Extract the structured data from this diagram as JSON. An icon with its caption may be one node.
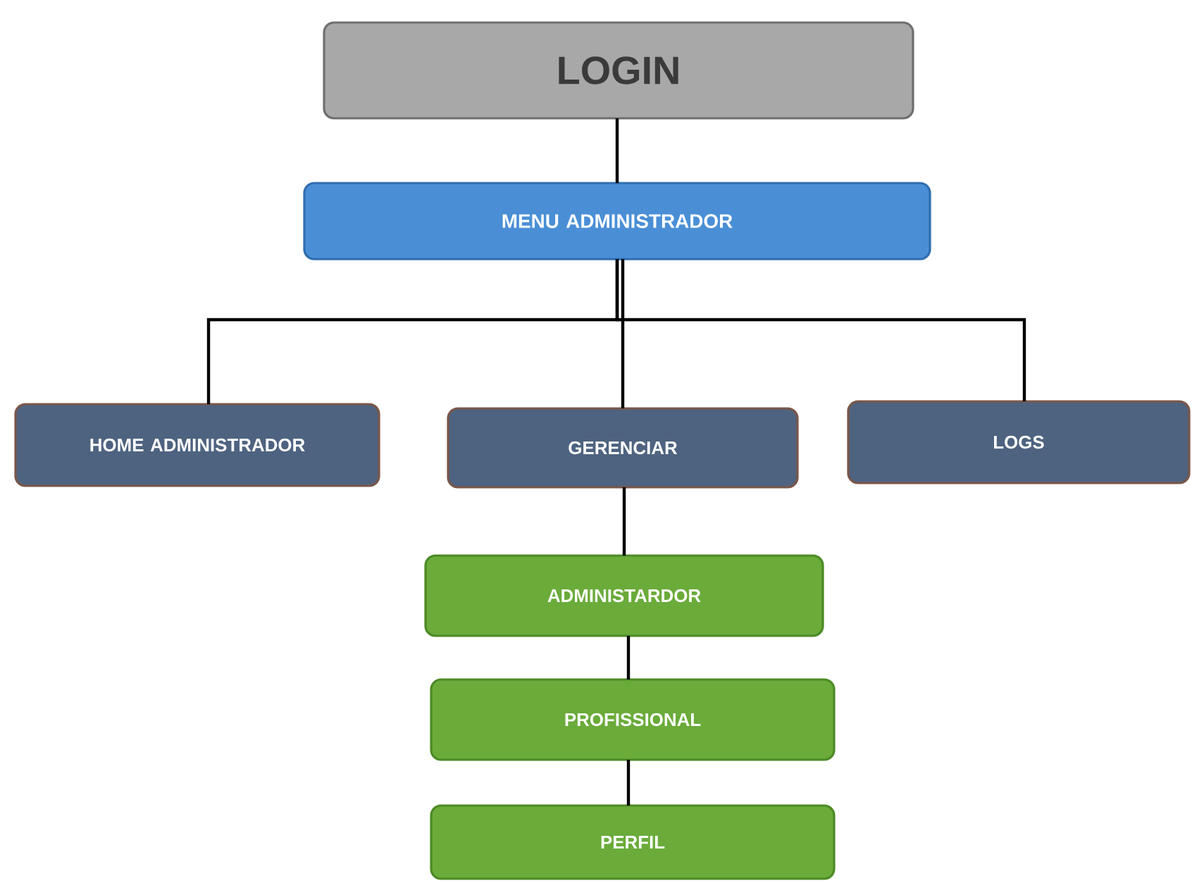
{
  "diagram": {
    "nodes": [
      {
        "text": [
          "LOGIN"
        ]
      },
      {
        "text": [
          "MENU ADMINISTRADOR"
        ]
      },
      {
        "text": [
          "HOME ADMINISTRADOR"
        ]
      },
      {
        "text": [
          "GERENCIAR"
        ]
      },
      {
        "text": [
          "LOGS"
        ]
      },
      {
        "text": [
          "ADMINISTARDOR"
        ]
      },
      {
        "text": [
          "PROFISSIONAL"
        ]
      },
      {
        "text": [
          "PERFIL"
        ]
      }
    ],
    "edges": [
      {
        "from": 0,
        "to": 1,
        "arrow": "none"
      },
      {
        "from": 1,
        "to": 2,
        "arrow": "none"
      },
      {
        "from": 1,
        "to": 3,
        "arrow": "none"
      },
      {
        "from": 1,
        "to": 4,
        "arrow": "none"
      },
      {
        "from": 3,
        "to": 5,
        "arrow": "none"
      },
      {
        "from": 5,
        "to": 6,
        "arrow": "none"
      },
      {
        "from": 6,
        "to": 7,
        "arrow": "none"
      }
    ]
  }
}
